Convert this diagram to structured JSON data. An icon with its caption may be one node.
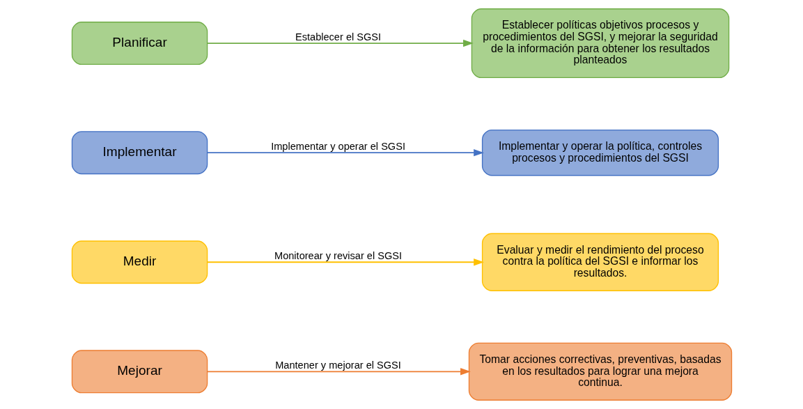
{
  "diagram": {
    "nodes": [
      {
        "text": [
          "Planificar"
        ]
      },
      {
        "text": [
          "Establecer políticas objetivos procesos y procedimientos del SGSI, y mejorar la seguridad de la información para obtener los resultados planteados"
        ]
      },
      {
        "text": [
          "Implementar"
        ]
      },
      {
        "text": [
          "Implementar y operar la política, controles procesos y procedimientos del SGSI"
        ]
      },
      {
        "text": [
          "Medir"
        ]
      },
      {
        "text": [
          "Evaluar y medir el rendimiento del proceso contra la política del SGSI e informar los resultados."
        ]
      },
      {
        "text": [
          "Mejorar"
        ]
      },
      {
        "text": [
          "Tomar acciones correctivas, preventivas, basadas en los resultados para lograr una mejora continua."
        ]
      }
    ],
    "edges": [
      {
        "from": 0,
        "to": 1,
        "arrow": "to",
        "label": "Establecer el SGSI",
        "color": "#70ad47"
      },
      {
        "from": 2,
        "to": 3,
        "arrow": "to",
        "label": "Implementar y operar el SGSI",
        "color": "#4472c4"
      },
      {
        "from": 4,
        "to": 5,
        "arrow": "to",
        "label": "Monitorear y revisar el SGSI",
        "color": "#ffc000"
      },
      {
        "from": 6,
        "to": 7,
        "arrow": "to",
        "label": "Mantener y mejorar el SGSI",
        "color": "#ed7d31"
      }
    ]
  }
}
